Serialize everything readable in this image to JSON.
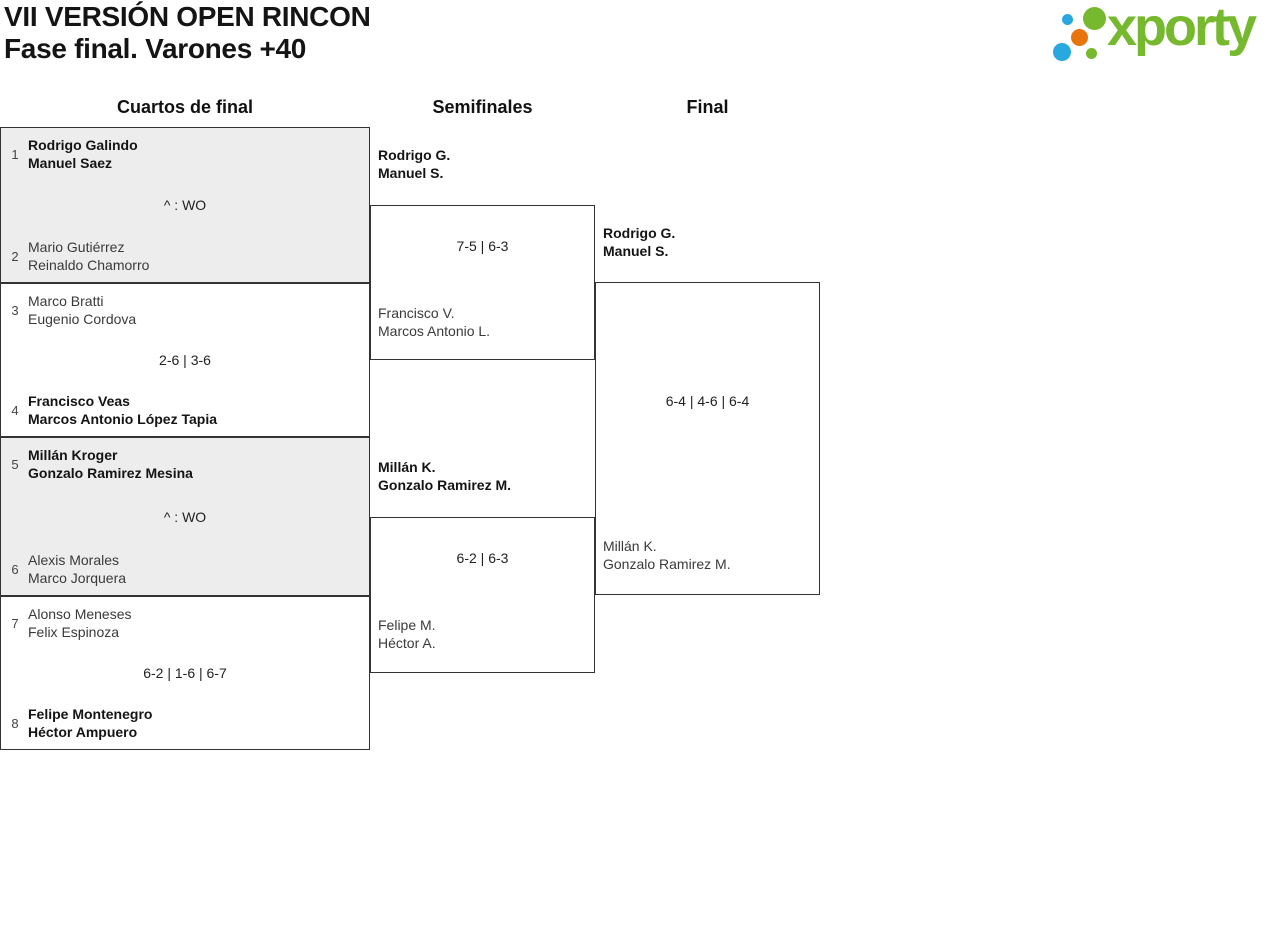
{
  "theme": {
    "logo_green": "#76b82e",
    "logo_blue": "#29a8e0",
    "logo_orange": "#e8740c",
    "border": "#333333",
    "shade": "#ededed",
    "muted": "#3a3a3a"
  },
  "header": {
    "title_line1": "VII VERSIÓN OPEN RINCON",
    "title_line2": "Fase final. Varones +40"
  },
  "logo": {
    "text": "xporty"
  },
  "columns": {
    "quarterfinals_label": "Cuartos de final",
    "semifinals_label": "Semifinales",
    "final_label": "Final"
  },
  "quarterfinals": [
    {
      "seed_top": "1",
      "team_top": [
        "Rodrigo Galindo",
        "Manuel Saez"
      ],
      "score": "^ : WO",
      "seed_bottom": "2",
      "team_bottom": [
        "Mario Gutiérrez",
        "Reinaldo Chamorro"
      ]
    },
    {
      "seed_top": "3",
      "team_top": [
        "Marco Bratti",
        "Eugenio Cordova"
      ],
      "score": "2-6 | 3-6",
      "seed_bottom": "4",
      "team_bottom": [
        "Francisco Veas",
        "Marcos Antonio López Tapia"
      ]
    },
    {
      "seed_top": "5",
      "team_top": [
        "Millán Kroger",
        "Gonzalo Ramirez Mesina"
      ],
      "score": "^ : WO",
      "seed_bottom": "6",
      "team_bottom": [
        "Alexis Morales",
        "Marco Jorquera"
      ]
    },
    {
      "seed_top": "7",
      "team_top": [
        "Alonso Meneses",
        "Felix Espinoza"
      ],
      "score": "6-2 | 1-6 | 6-7",
      "seed_bottom": "8",
      "team_bottom": [
        "Felipe Montenegro",
        "Héctor Ampuero"
      ]
    }
  ],
  "semifinals": [
    {
      "team_top": [
        "Rodrigo G.",
        "Manuel S."
      ],
      "score": "7-5 | 6-3",
      "team_bottom": [
        "Francisco V.",
        "Marcos Antonio L."
      ]
    },
    {
      "team_top": [
        "Millán K.",
        "Gonzalo Ramirez M."
      ],
      "score": "6-2 | 6-3",
      "team_bottom": [
        "Felipe M.",
        "Héctor A."
      ]
    }
  ],
  "final": {
    "team_top": [
      "Rodrigo G.",
      "Manuel S."
    ],
    "score": "6-4 | 4-6 | 6-4",
    "team_bottom": [
      "Millán K.",
      "Gonzalo Ramirez M."
    ]
  }
}
